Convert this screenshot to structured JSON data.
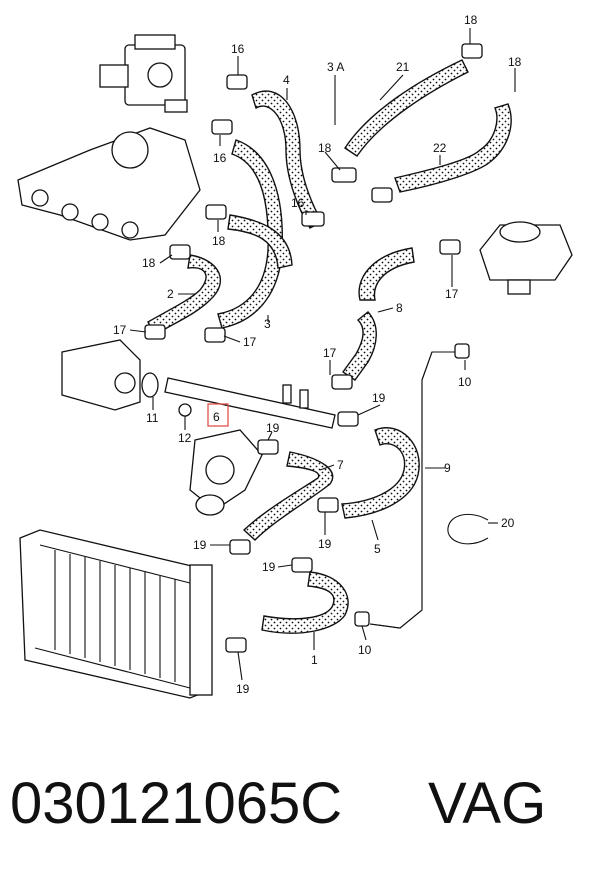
{
  "diagram": {
    "highlight_color": "#e0524f",
    "callouts": [
      {
        "id": "c18a",
        "text": "18"
      },
      {
        "id": "c16a",
        "text": "16"
      },
      {
        "id": "c4",
        "text": "4"
      },
      {
        "id": "c3A",
        "text": "3 A"
      },
      {
        "id": "c21",
        "text": "21"
      },
      {
        "id": "c18b",
        "text": "18"
      },
      {
        "id": "c16b",
        "text": "16"
      },
      {
        "id": "c18c",
        "text": "18"
      },
      {
        "id": "c22",
        "text": "22"
      },
      {
        "id": "c16c",
        "text": "16"
      },
      {
        "id": "c18d",
        "text": "18"
      },
      {
        "id": "c18e",
        "text": "18"
      },
      {
        "id": "c2",
        "text": "2"
      },
      {
        "id": "c3",
        "text": "3"
      },
      {
        "id": "c17a",
        "text": "17"
      },
      {
        "id": "c17b",
        "text": "17"
      },
      {
        "id": "c8",
        "text": "8"
      },
      {
        "id": "c17c",
        "text": "17"
      },
      {
        "id": "c17d",
        "text": "17"
      },
      {
        "id": "c10a",
        "text": "10"
      },
      {
        "id": "c11",
        "text": "11"
      },
      {
        "id": "c12",
        "text": "12"
      },
      {
        "id": "c6",
        "text": "6"
      },
      {
        "id": "c19a",
        "text": "19"
      },
      {
        "id": "c19b",
        "text": "19"
      },
      {
        "id": "c7",
        "text": "7"
      },
      {
        "id": "c9",
        "text": "9"
      },
      {
        "id": "c19c",
        "text": "19"
      },
      {
        "id": "c5",
        "text": "5"
      },
      {
        "id": "c20",
        "text": "20"
      },
      {
        "id": "c19d",
        "text": "19"
      },
      {
        "id": "c19e",
        "text": "19"
      },
      {
        "id": "c1",
        "text": "1"
      },
      {
        "id": "c10b",
        "text": "10"
      },
      {
        "id": "c19f",
        "text": "19"
      }
    ]
  },
  "footer": {
    "part_number": "030121065C",
    "brand": "VAG"
  }
}
